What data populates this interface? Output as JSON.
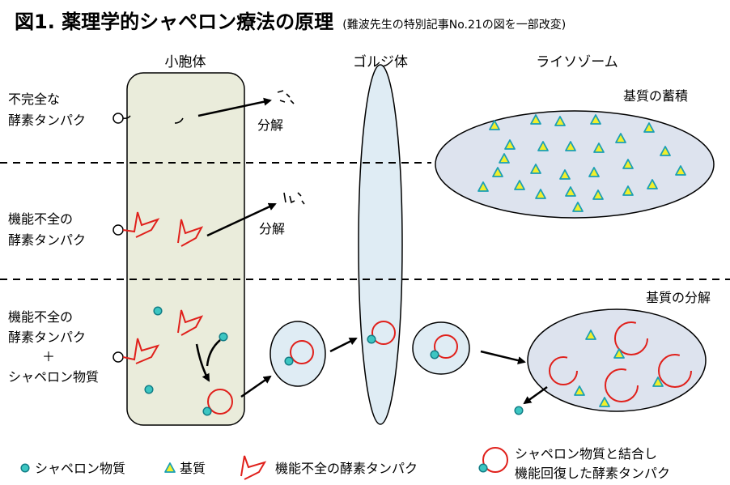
{
  "title": {
    "main": "図1. 薬理学的シャペロン療法の原理",
    "sub": "(難波先生の特別記事No.21の図を一部改変)"
  },
  "columns": {
    "lysosome_left": "小胞体",
    "golgi": "ゴルジ体",
    "lysosome": "ライソゾーム"
  },
  "rows": {
    "row1_line1": "不完全な",
    "row1_line2": "酵素タンパク",
    "row2_line1": "機能不全の",
    "row2_line2": "酵素タンパク",
    "row3_line1": "機能不全の",
    "row3_line2": "酵素タンパク",
    "row3_line3": "＋",
    "row3_line4": "シャペロン物質"
  },
  "annotations": {
    "degradation_1": "分解",
    "degradation_2": "分解",
    "substrate_accumulation": "基質の蓄積",
    "substrate_degradation": "基質の分解"
  },
  "legend": {
    "chaperone": "シャペロン物質",
    "substrate": "基質",
    "dysfunctional_enzyme": "機能不全の酵素タンパク",
    "restored_enzyme_line1": "シャペロン物質と結合し",
    "restored_enzyme_line2": "機能回復した酵素タンパク"
  },
  "colors": {
    "er_fill": "#eaecdb",
    "organelle_fill": "#dfecf4",
    "lysosome_fill": "#dde3ee",
    "enzyme_red": "#e0201b",
    "chaperone_cyan": "#3cc6c2",
    "substrate_yellow": "#f2ef2a",
    "substrate_edge": "#1a9fb5"
  }
}
